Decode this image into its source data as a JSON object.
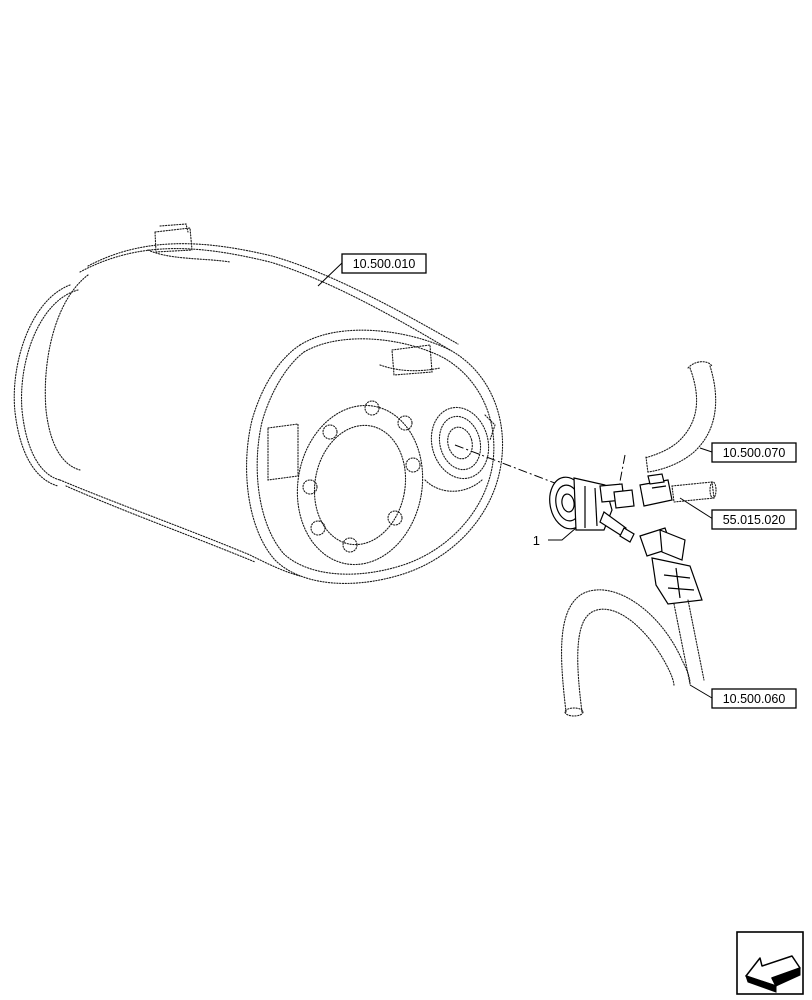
{
  "references": {
    "tank": "10.500.010",
    "hose_upper": "10.500.070",
    "sensor": "55.015.020",
    "hose_lower": "10.500.060"
  },
  "parts": {
    "item_1": "1"
  },
  "icons": {
    "nav": "arrow-icon"
  },
  "colors": {
    "line": "#000000",
    "background": "#ffffff"
  }
}
